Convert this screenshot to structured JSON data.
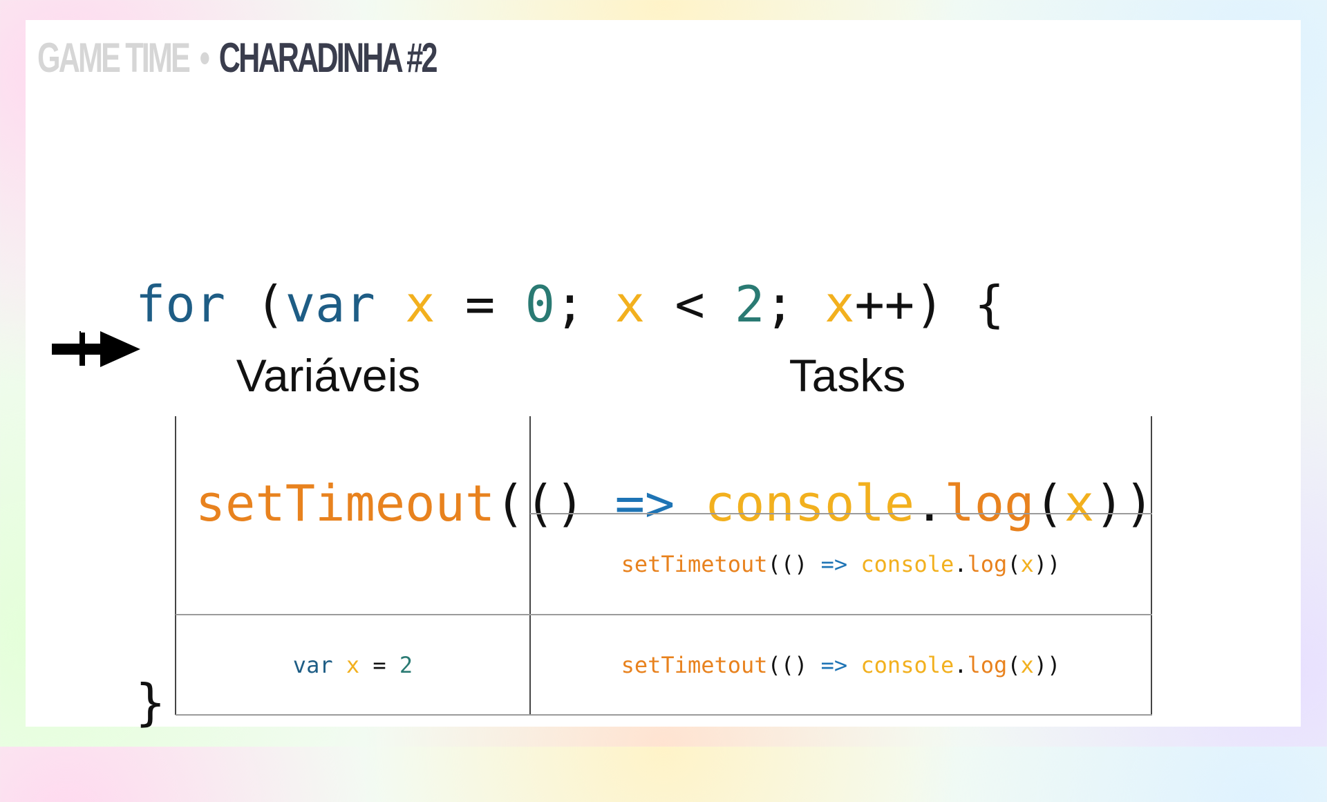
{
  "header": {
    "section": "GAME TIME",
    "separator": "•",
    "title": "CHARADINHA #2"
  },
  "code": {
    "line1": {
      "t1": "for",
      "t2": " (",
      "t3": "var",
      "t4": " ",
      "t5": "x",
      "t6": " = ",
      "t7": "0",
      "t8": "; ",
      "t9": "x",
      "t10": " < ",
      "t11": "2",
      "t12": "; ",
      "t13": "x",
      "t14": "++) {"
    },
    "line2": {
      "t1": "  ",
      "t2": "setTimeout",
      "t3": "(() ",
      "t4": "=>",
      "t5": " ",
      "t6": "console",
      "t7": ".",
      "t8": "log",
      "t9": "(",
      "t10": "x",
      "t11": "))"
    },
    "line3": {
      "t1": "}"
    }
  },
  "table": {
    "headers": {
      "variables": "Variáveis",
      "tasks": "Tasks"
    },
    "variables_cell": {
      "kw": "var",
      "sp1": " ",
      "name": "x",
      "eq": " = ",
      "value": "2"
    },
    "task_row_1": {
      "fn": "setTimetout",
      "paren": "(() ",
      "arrow": "=>",
      "sp": " ",
      "obj": "console",
      "dot": ".",
      "method": "log",
      "open": "(",
      "arg": "x",
      "close": "))"
    },
    "task_row_2": {
      "fn": "setTimetout",
      "paren": "(() ",
      "arrow": "=>",
      "sp": " ",
      "obj": "console",
      "dot": ".",
      "method": "log",
      "open": "(",
      "arg": "x",
      "close": "))"
    }
  },
  "colors": {
    "keyword": "#1e5d85",
    "variable": "#f2b01e",
    "number": "#2a7a73",
    "function": "#e8821e",
    "arrow": "#1e74b5",
    "header_title": "#3a3d4d",
    "header_muted": "#d6d6d6"
  },
  "icons": {
    "pointer": "right-arrow-icon"
  }
}
